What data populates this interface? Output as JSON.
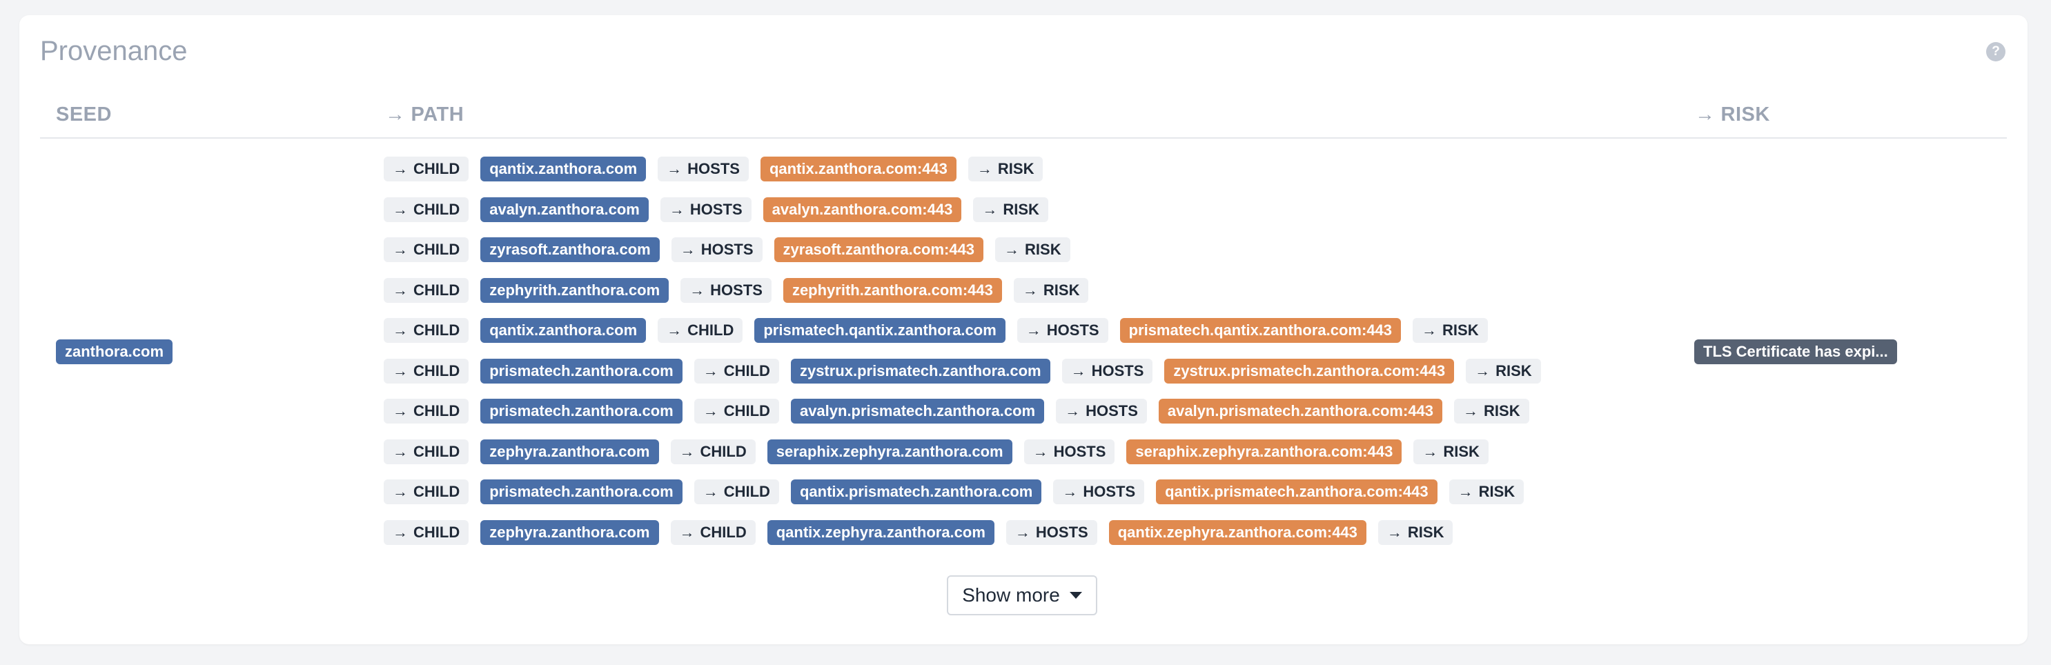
{
  "panel": {
    "title": "Provenance",
    "help_glyph": "?"
  },
  "headers": {
    "seed": "SEED",
    "path": "PATH",
    "risk": "RISK",
    "arrow": "→"
  },
  "seed": "zanthora.com",
  "risk_value": "TLS Certificate has expi...",
  "paths": [
    [
      {
        "k": "rel",
        "t": "CHILD"
      },
      {
        "k": "dom",
        "t": "qantix.zanthora.com"
      },
      {
        "k": "rel",
        "t": "HOSTS"
      },
      {
        "k": "port",
        "t": "qantix.zanthora.com:443"
      },
      {
        "k": "rel",
        "t": "RISK"
      }
    ],
    [
      {
        "k": "rel",
        "t": "CHILD"
      },
      {
        "k": "dom",
        "t": "avalyn.zanthora.com"
      },
      {
        "k": "rel",
        "t": "HOSTS"
      },
      {
        "k": "port",
        "t": "avalyn.zanthora.com:443"
      },
      {
        "k": "rel",
        "t": "RISK"
      }
    ],
    [
      {
        "k": "rel",
        "t": "CHILD"
      },
      {
        "k": "dom",
        "t": "zyrasoft.zanthora.com"
      },
      {
        "k": "rel",
        "t": "HOSTS"
      },
      {
        "k": "port",
        "t": "zyrasoft.zanthora.com:443"
      },
      {
        "k": "rel",
        "t": "RISK"
      }
    ],
    [
      {
        "k": "rel",
        "t": "CHILD"
      },
      {
        "k": "dom",
        "t": "zephyrith.zanthora.com"
      },
      {
        "k": "rel",
        "t": "HOSTS"
      },
      {
        "k": "port",
        "t": "zephyrith.zanthora.com:443"
      },
      {
        "k": "rel",
        "t": "RISK"
      }
    ],
    [
      {
        "k": "rel",
        "t": "CHILD"
      },
      {
        "k": "dom",
        "t": "qantix.zanthora.com"
      },
      {
        "k": "rel",
        "t": "CHILD"
      },
      {
        "k": "dom",
        "t": "prismatech.qantix.zanthora.com"
      },
      {
        "k": "rel",
        "t": "HOSTS"
      },
      {
        "k": "port",
        "t": "prismatech.qantix.zanthora.com:443"
      },
      {
        "k": "rel",
        "t": "RISK"
      }
    ],
    [
      {
        "k": "rel",
        "t": "CHILD"
      },
      {
        "k": "dom",
        "t": "prismatech.zanthora.com"
      },
      {
        "k": "rel",
        "t": "CHILD"
      },
      {
        "k": "dom",
        "t": "zystrux.prismatech.zanthora.com"
      },
      {
        "k": "rel",
        "t": "HOSTS"
      },
      {
        "k": "port",
        "t": "zystrux.prismatech.zanthora.com:443"
      },
      {
        "k": "rel",
        "t": "RISK"
      }
    ],
    [
      {
        "k": "rel",
        "t": "CHILD"
      },
      {
        "k": "dom",
        "t": "prismatech.zanthora.com"
      },
      {
        "k": "rel",
        "t": "CHILD"
      },
      {
        "k": "dom",
        "t": "avalyn.prismatech.zanthora.com"
      },
      {
        "k": "rel",
        "t": "HOSTS"
      },
      {
        "k": "port",
        "t": "avalyn.prismatech.zanthora.com:443"
      },
      {
        "k": "rel",
        "t": "RISK"
      }
    ],
    [
      {
        "k": "rel",
        "t": "CHILD"
      },
      {
        "k": "dom",
        "t": "zephyra.zanthora.com"
      },
      {
        "k": "rel",
        "t": "CHILD"
      },
      {
        "k": "dom",
        "t": "seraphix.zephyra.zanthora.com"
      },
      {
        "k": "rel",
        "t": "HOSTS"
      },
      {
        "k": "port",
        "t": "seraphix.zephyra.zanthora.com:443"
      },
      {
        "k": "rel",
        "t": "RISK"
      }
    ],
    [
      {
        "k": "rel",
        "t": "CHILD"
      },
      {
        "k": "dom",
        "t": "prismatech.zanthora.com"
      },
      {
        "k": "rel",
        "t": "CHILD"
      },
      {
        "k": "dom",
        "t": "qantix.prismatech.zanthora.com"
      },
      {
        "k": "rel",
        "t": "HOSTS"
      },
      {
        "k": "port",
        "t": "qantix.prismatech.zanthora.com:443"
      },
      {
        "k": "rel",
        "t": "RISK"
      }
    ],
    [
      {
        "k": "rel",
        "t": "CHILD"
      },
      {
        "k": "dom",
        "t": "zephyra.zanthora.com"
      },
      {
        "k": "rel",
        "t": "CHILD"
      },
      {
        "k": "dom",
        "t": "qantix.zephyra.zanthora.com"
      },
      {
        "k": "rel",
        "t": "HOSTS"
      },
      {
        "k": "port",
        "t": "qantix.zephyra.zanthora.com:443"
      },
      {
        "k": "rel",
        "t": "RISK"
      }
    ]
  ],
  "show_more_label": "Show more",
  "colors": {
    "domain_chip": "#4a6fa8",
    "port_chip": "#e08a4f",
    "risk_chip": "#566172",
    "relation_chip": "#eef0f3"
  }
}
